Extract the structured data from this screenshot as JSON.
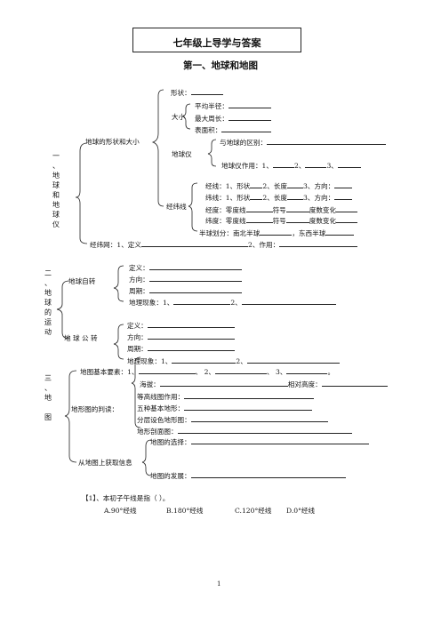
{
  "header": {
    "title": "七年级上导学与答案",
    "heading": "第一、地球和地图"
  },
  "sec1": {
    "vertical": [
      "一",
      "、",
      "地",
      "球",
      "和",
      "地",
      "球",
      "仪"
    ],
    "branch_shape_size": "地球的形状和大小",
    "shape": "形状：",
    "size": "大小",
    "avg_radius": "平均半径：",
    "max_circ": "最大周长：",
    "surface": "表面积：",
    "globe": "地球仪",
    "globe_diff": "与地球的区别：",
    "globe_use_a": "地球仪作用：1、",
    "globe_use_b": "2、",
    "globe_use_c": "3、",
    "grid": "经纬线",
    "meridian_a": "经线：1、形状",
    "meridian_b": "2、长度",
    "meridian_c": "3、方向：",
    "parallel_a": "纬线：1、形状",
    "parallel_b": "2、长度",
    "parallel_c": "3、方向：",
    "lon_a": "经度：零度线",
    "lon_b": "符号",
    "lon_c": "度数变化",
    "lat_a": "纬度：零度线",
    "lat_b": "符号",
    "lat_c": "度数变化",
    "hemi_a": "半球划分：南北半球",
    "hemi_b": "，东西半球",
    "net_a": "经纬网：1、定义",
    "net_b": "2、作用："
  },
  "sec2": {
    "vertical": [
      "二",
      "、",
      "地",
      "球",
      "的",
      "运",
      "动"
    ],
    "rotation": "地球自转",
    "revolution": "地 球 公 转",
    "def": "定义：",
    "dir": "方向：",
    "period": "周期：",
    "phen_a": "地理现象：1、",
    "phen_b": "2、"
  },
  "sec3": {
    "vertical": [
      "三",
      "、",
      "地",
      "",
      "图"
    ],
    "elements_a": "地图基本要素：1、",
    "elements_b": "、 2、",
    "elements_c": "、 3、",
    "elements_end": "。",
    "terrain": "地形图的判读：",
    "altitude": "海拔：",
    "rel_height": "相对高度：",
    "contour": "等高线图作用：",
    "five": "五种基本地形：",
    "layered": "分层设色地形图：",
    "profile": "地形剖面图：",
    "obtain": "从地图上获取信息",
    "choose": "地图的选择：",
    "develop": "地图的发展："
  },
  "question": {
    "stem": "【1】、本初子午线是指（        ）。",
    "options": [
      "A.90°经线",
      "B.180°经线",
      "C.120°经线",
      "D.0°经线"
    ]
  },
  "footer": {
    "page": "1"
  }
}
